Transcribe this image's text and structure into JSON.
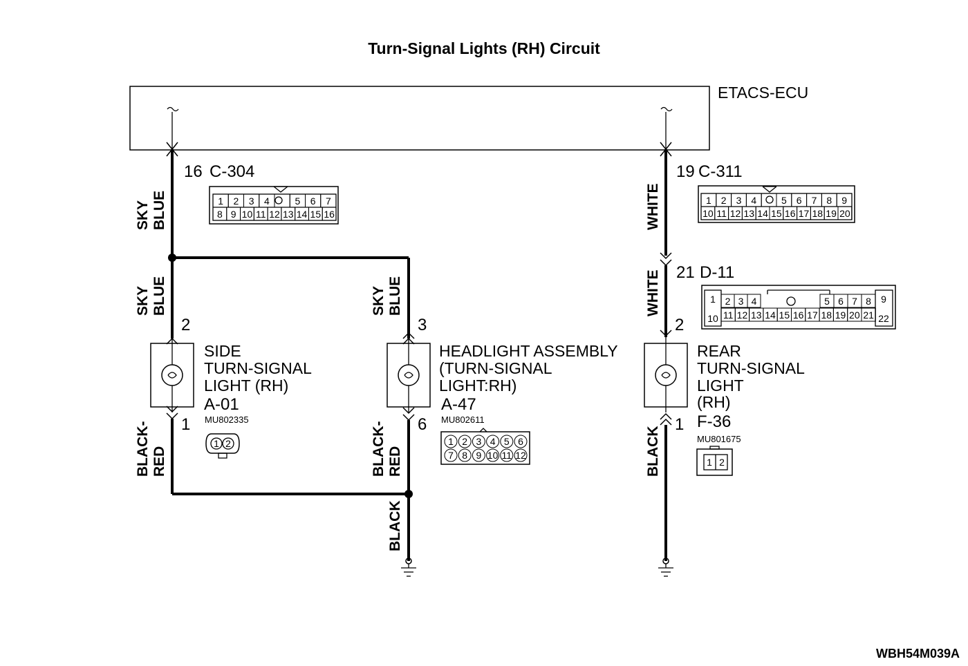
{
  "title": "Turn-Signal Lights (RH) Circuit",
  "ecu": {
    "name": "ETACS-ECU"
  },
  "connectors": {
    "c304": {
      "pin": "16",
      "id": "C-304",
      "row1": [
        "1",
        "2",
        "3",
        "4",
        "",
        "5",
        "6",
        "7"
      ],
      "row2": [
        "8",
        "9",
        "10",
        "11",
        "12",
        "13",
        "14",
        "15",
        "16"
      ]
    },
    "c311": {
      "pin": "19",
      "id": "C-311",
      "row1": [
        "1",
        "2",
        "3",
        "4",
        "",
        "5",
        "6",
        "7",
        "8",
        "9"
      ],
      "row2": [
        "10",
        "11",
        "12",
        "13",
        "14",
        "15",
        "16",
        "17",
        "18",
        "19",
        "20"
      ]
    },
    "d11": {
      "pin": "21",
      "id": "D-11",
      "row1": [
        "1",
        "2",
        "3",
        "4",
        "",
        "5",
        "6",
        "7",
        "8",
        "9"
      ],
      "row2": [
        "10",
        "11",
        "12",
        "13",
        "14",
        "15",
        "16",
        "17",
        "18",
        "19",
        "20",
        "21",
        "22"
      ]
    },
    "a01": {
      "id": "A-01",
      "code": "MU802335",
      "pins": [
        "1",
        "2"
      ]
    },
    "a47": {
      "id": "A-47",
      "code": "MU802611",
      "row1": [
        "1",
        "2",
        "3",
        "4",
        "5",
        "6"
      ],
      "row2": [
        "7",
        "8",
        "9",
        "10",
        "11",
        "12"
      ]
    },
    "f36": {
      "id": "F-36",
      "code": "MU801675",
      "pins": [
        "1",
        "2"
      ]
    }
  },
  "components": {
    "side": {
      "line1": "SIDE",
      "line2": "TURN-SIGNAL",
      "line3": "LIGHT (RH)",
      "pin_top": "2",
      "pin_bottom": "1"
    },
    "head": {
      "line1": "HEADLIGHT ASSEMBLY",
      "line2": "(TURN-SIGNAL",
      "line3": "LIGHT:RH)",
      "pin_top": "3",
      "pin_bottom": "6"
    },
    "rear": {
      "line1": "REAR",
      "line2": "TURN-SIGNAL",
      "line3": "LIGHT",
      "line4": "(RH)",
      "pin_top": "2",
      "pin_bottom": "1"
    }
  },
  "wires": {
    "sky": "SKY",
    "blue": "BLUE",
    "white": "WHITE",
    "black_red_1": "BLACK-",
    "black_red_2": "RED",
    "black": "BLACK"
  },
  "figure_code": "WBH54M039A"
}
